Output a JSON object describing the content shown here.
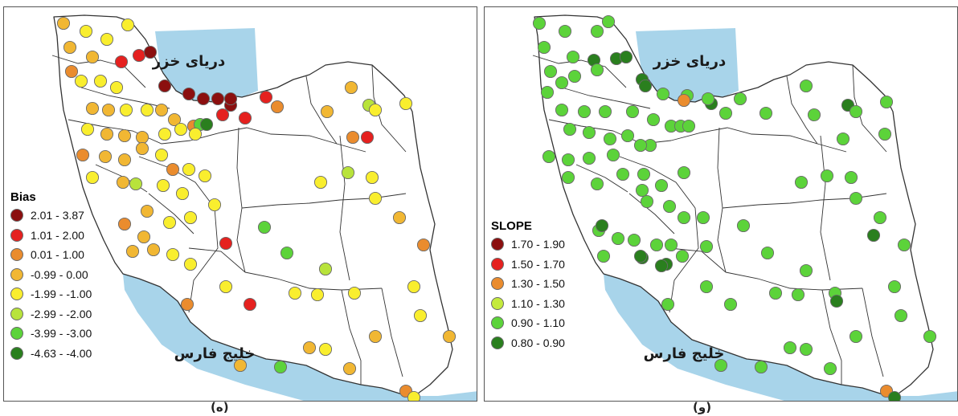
{
  "maps": [
    {
      "legend_title": "Bias",
      "classes": [
        {
          "label": "2.01 - 3.87",
          "color": "#8b0f0f"
        },
        {
          "label": "1.01 - 2.00",
          "color": "#e5211f"
        },
        {
          "label": "0.01 - 1.00",
          "color": "#ea8c2e"
        },
        {
          "label": "-0.99 - 0.00",
          "color": "#f1b733"
        },
        {
          "label": "-1.99 - -1.00",
          "color": "#f9ee2e"
        },
        {
          "label": "-2.99 - -2.00",
          "color": "#b8e33b"
        },
        {
          "label": "-3.99 - -3.00",
          "color": "#5cd33a"
        },
        {
          "label": "-4.63 - -4.00",
          "color": "#2a7f1e"
        }
      ],
      "caspian_label": "دریای خزر",
      "gulf_label": "خلیج فارس",
      "panel_label": "(ه)"
    },
    {
      "legend_title": "SLOPE",
      "classes": [
        {
          "label": "1.70 - 1.90",
          "color": "#8b0f0f"
        },
        {
          "label": "1.50 - 1.70",
          "color": "#e5211f"
        },
        {
          "label": "1.30 - 1.50",
          "color": "#ea8c2e"
        },
        {
          "label": "1.10 - 1.30",
          "color": "#c4ea3c"
        },
        {
          "label": "0.90 - 1.10",
          "color": "#5cd33a"
        },
        {
          "label": "0.80 - 0.90",
          "color": "#2a7f1e"
        }
      ],
      "caspian_label": "دریای خزر",
      "gulf_label": "خلیج فارس",
      "panel_label": "(و)"
    }
  ],
  "colors": {
    "water": "#a8d4ea",
    "land": "#ffffff",
    "boundary": "#333333"
  }
}
